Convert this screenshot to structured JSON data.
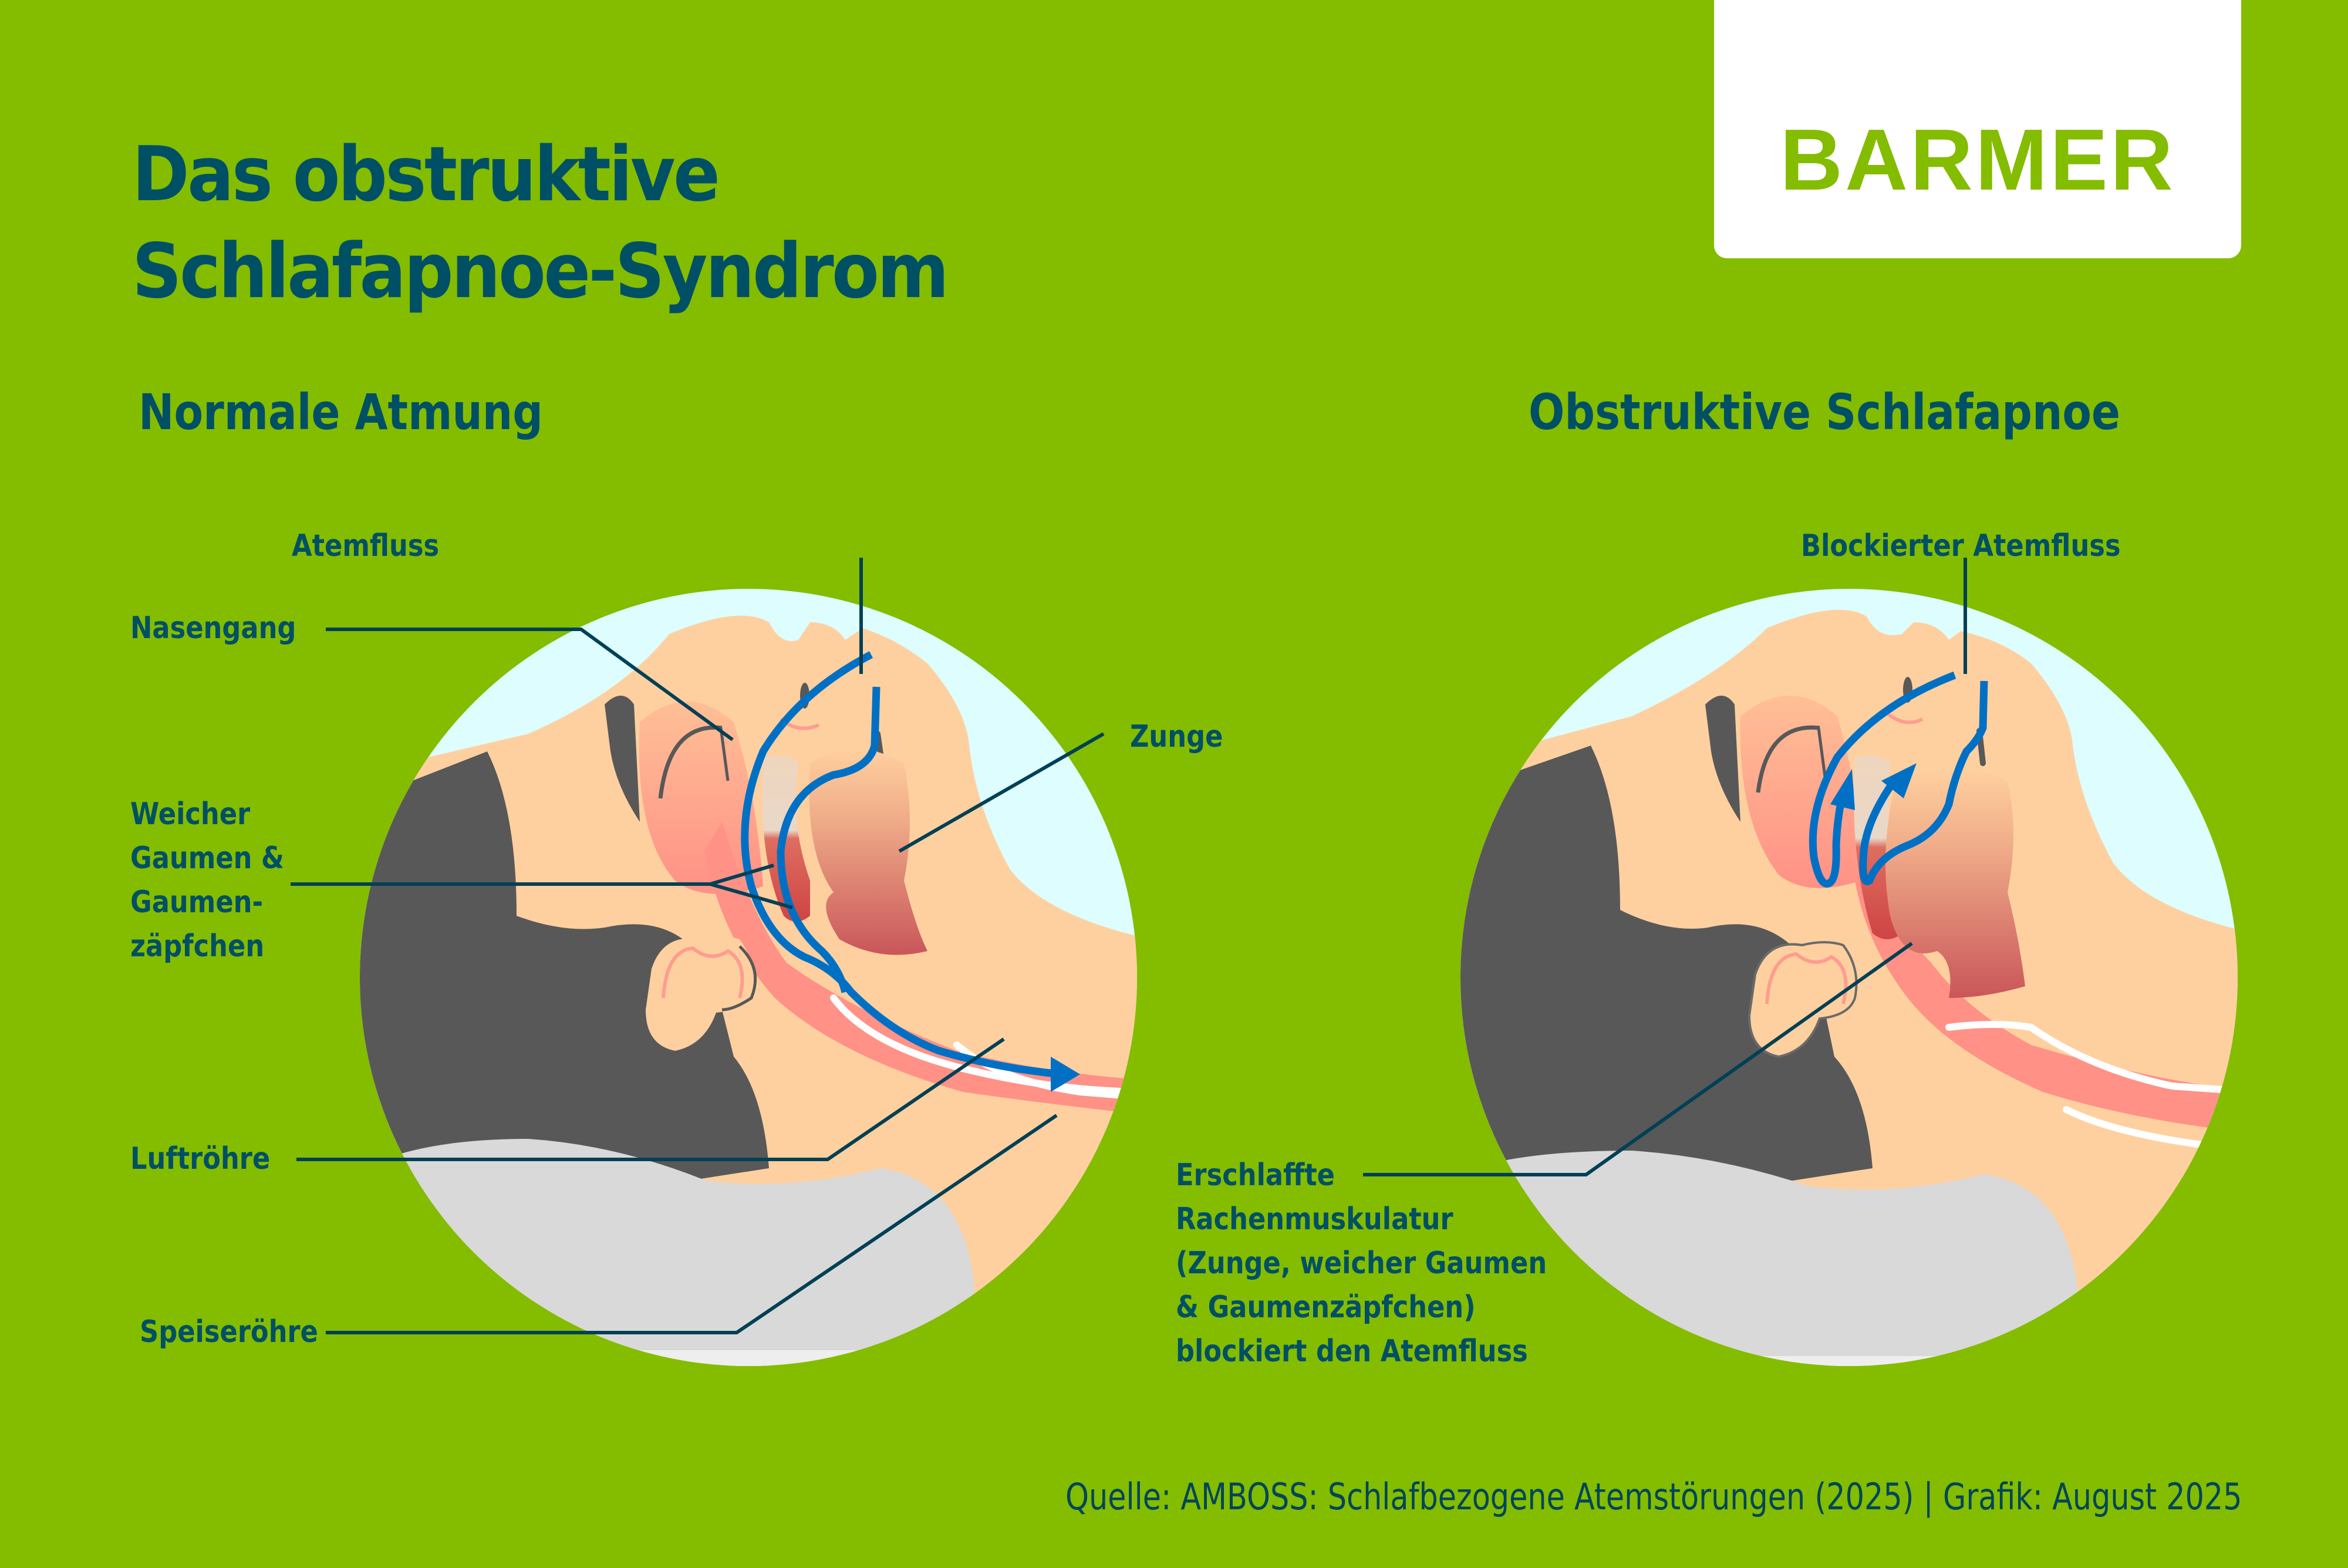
{
  "header": {
    "title_lines": [
      "Das obstruktive",
      "Schlafapnoe-Syndrom"
    ],
    "logo": "BARMER"
  },
  "colors": {
    "background": "#84bc00",
    "text_primary": "#005065",
    "logo_green": "#84bc00",
    "airflow_blue": "#0070c4",
    "skin": "#ffd09f",
    "hair": "#585858",
    "sky": "#ddfdff",
    "pillow": "#d9d9d9",
    "airway_pink": "#ff9186"
  },
  "panels": {
    "normal": {
      "heading": "Normale Atmung",
      "labels": {
        "atemfluss": "Atemfluss",
        "nasengang": "Nasengang",
        "zunge": "Zunge",
        "gaumen": [
          "Weicher",
          "Gaumen &",
          "Gaumen-",
          "zäpfchen"
        ],
        "luftroehre": "Luftröhre",
        "speiseroehre": "Speiseröhre"
      }
    },
    "osa": {
      "heading": "Obstruktive Schlafapnoe",
      "labels": {
        "blockiert": "Blockierter Atemfluss",
        "erschlaffte": [
          "Erschlaffte",
          "Rachenmuskulatur",
          "(Zunge, weicher Gaumen",
          "& Gaumenzäpfchen)",
          "blockiert den Atemfluss"
        ]
      }
    }
  },
  "footer": {
    "source": "Quelle: AMBOSS: Schlafbezogene Atemstörungen (2025) | Grafik: August 2025"
  }
}
